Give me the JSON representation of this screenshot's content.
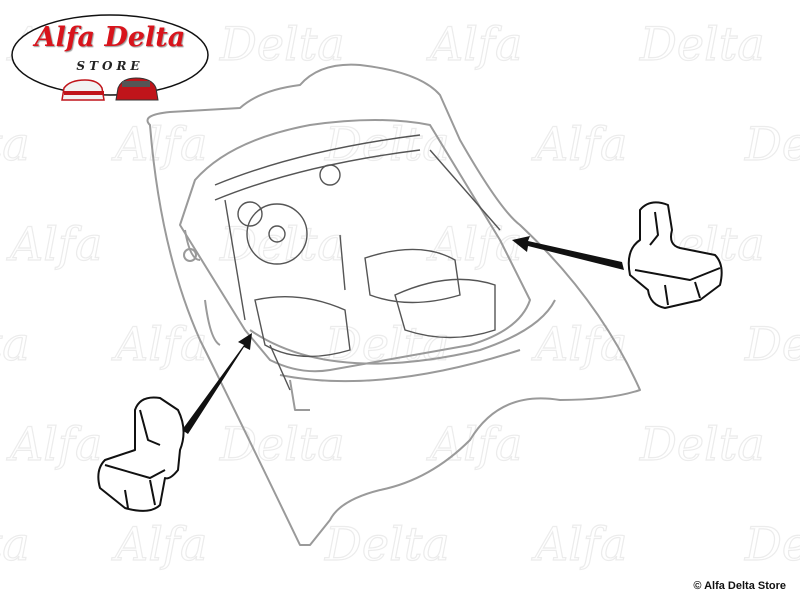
{
  "logo": {
    "title": "Alfa Delta",
    "subtitle": "STORE"
  },
  "watermark": {
    "text": "Alfa Delta"
  },
  "copyright": "© Alfa Delta Store",
  "colors": {
    "brand_red": "#d8141c",
    "line": "#9a9a9a",
    "watermark": "#ececec"
  }
}
